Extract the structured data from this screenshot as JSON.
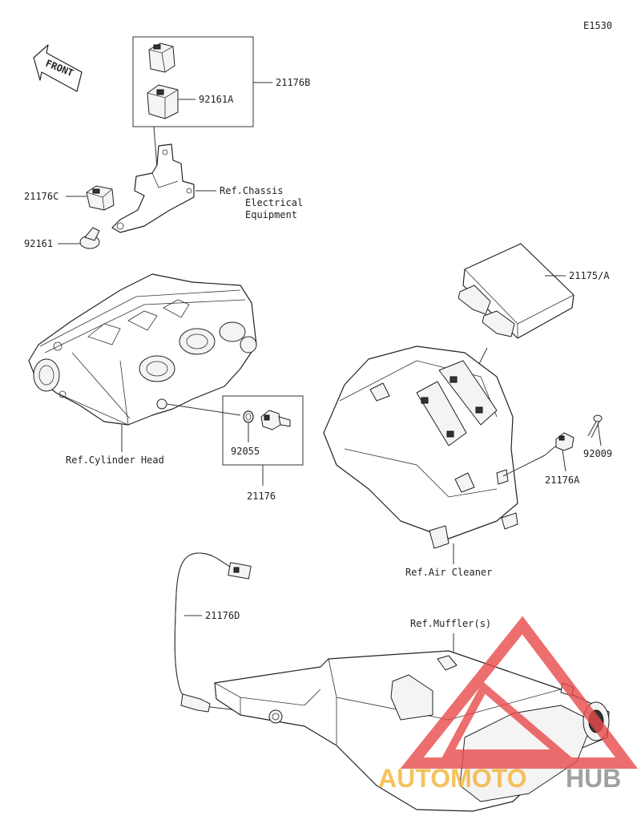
{
  "diagram": {
    "code": "E1530",
    "front_label": "FRONT",
    "labels": {
      "p21176B": "21176B",
      "p92161A": "92161A",
      "p21176C": "21176C",
      "p92161": "92161",
      "ref_chassis_1": "Ref.Chassis",
      "ref_chassis_2": "Electrical",
      "ref_chassis_3": "Equipment",
      "p21175A": "21175/A",
      "p92055": "92055",
      "p21176": "21176",
      "ref_cyl_head": "Ref.Cylinder Head",
      "p92009": "92009",
      "p21176A": "21176A",
      "ref_air_cleaner": "Ref.Air Cleaner",
      "p21176D": "21176D",
      "ref_muffler": "Ref.Muffler(s)"
    },
    "watermark": {
      "part1": "AUTOMOTO",
      "part2": "HUB",
      "color1": "#f5b335",
      "color2": "#8a8a8a",
      "triangle_color": "#e84a4a"
    }
  }
}
